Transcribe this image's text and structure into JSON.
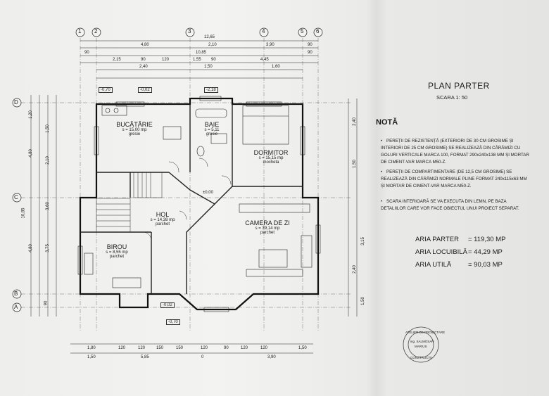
{
  "sheet": {
    "title": "PLAN PARTER",
    "scale": "SCARA 1: 50",
    "nota_title": "NOTĂ",
    "notes": [
      "PEREȚII DE REZISTENȚĂ (EXTERIORI DE 30 CM GROSIME ȘI INTERIORI DE 25 CM GROSIME) SE REALIZEAZĂ DIN CĂRĂMIZI CU GOLURI VERTICALE MARCA 100, FORMAT 290x240x138 MM ȘI MORTAR DE CIMENT-VAR MARCA M50-Z.",
      "PEREȚII DE COMPARTIMENTARE (DE 12,5 CM GROSIME) SE REALIZEAZĂ DIN CĂRĂMIZI NORMALE PLINE FORMAT 240x115x63 MM ȘI MORTAR DE CIMENT-VAR MARCA M50-Z.",
      "SCARA INTERIOARĂ SE VA EXECUTA DIN LEMN, PE BAZA DETALIILOR CARE VOR FACE OBIECTUL UNUI PROIECT SEPARAT."
    ],
    "areas": [
      {
        "label": "ARIA PARTER",
        "value": "= 119,30 MP"
      },
      {
        "label": "ARIA LOCUIBILĂ",
        "value": "= 44,29 MP"
      },
      {
        "label": "ARIA UTILĂ",
        "value": "= 90,03 MP"
      }
    ],
    "stamp": [
      "ATELIER DE PROIECTARE",
      "ing. SALMOSAN",
      "MARIUS",
      "CONSTRUCȚII"
    ]
  },
  "plan": {
    "axes_vertical": [
      "1",
      "2",
      "3",
      "4",
      "5",
      "6"
    ],
    "axes_horizontal": [
      "D",
      "C",
      "B",
      "A"
    ],
    "rooms": [
      {
        "name": "BUCĂTĂRIE",
        "area": "s = 15,00 mp",
        "floor": "gresie"
      },
      {
        "name": "BAIE",
        "area": "s = 5,11",
        "floor": "gresie"
      },
      {
        "name": "DORMITOR",
        "area": "s = 15,15 mp",
        "floor": "mocheta"
      },
      {
        "name": "HOL",
        "area": "s = 14,38 mp",
        "floor": "parchet"
      },
      {
        "name": "CAMERA DE ZI",
        "area": "s = 39,14 mp",
        "floor": "parchet"
      },
      {
        "name": "BIROU",
        "area": "s = 8,55 mp",
        "floor": "parchet"
      }
    ],
    "levels": [
      "-0,70",
      "-0,02",
      "-2,18",
      "±0,00",
      "-0,02",
      "-0,70"
    ],
    "top_dims": {
      "row1": [
        "12,65"
      ],
      "row2": [
        "4,80",
        "2,10",
        "3,90",
        "90"
      ],
      "row3": [
        "90",
        "10,85",
        "90"
      ],
      "row4": [
        "2,15",
        "90",
        "120",
        "1,55",
        "90",
        "4,45"
      ],
      "row5": [
        "2,40",
        "1,50",
        "1,60"
      ]
    },
    "bottom_dims": {
      "row1": [
        "1,80",
        "120",
        "120",
        "150",
        "150",
        "120",
        "90",
        "120",
        "120",
        "1,50"
      ],
      "row2": [
        "1,50",
        "5,85",
        "0",
        "3,90"
      ]
    },
    "left_dims": [
      "1,20",
      "1,50",
      "4,80",
      "2,10",
      "10,85",
      "3,60",
      "4,80",
      "3,75",
      "90"
    ],
    "right_dims": [
      "2,40",
      "1,50",
      "3,15",
      "2,40",
      "1,50"
    ]
  }
}
